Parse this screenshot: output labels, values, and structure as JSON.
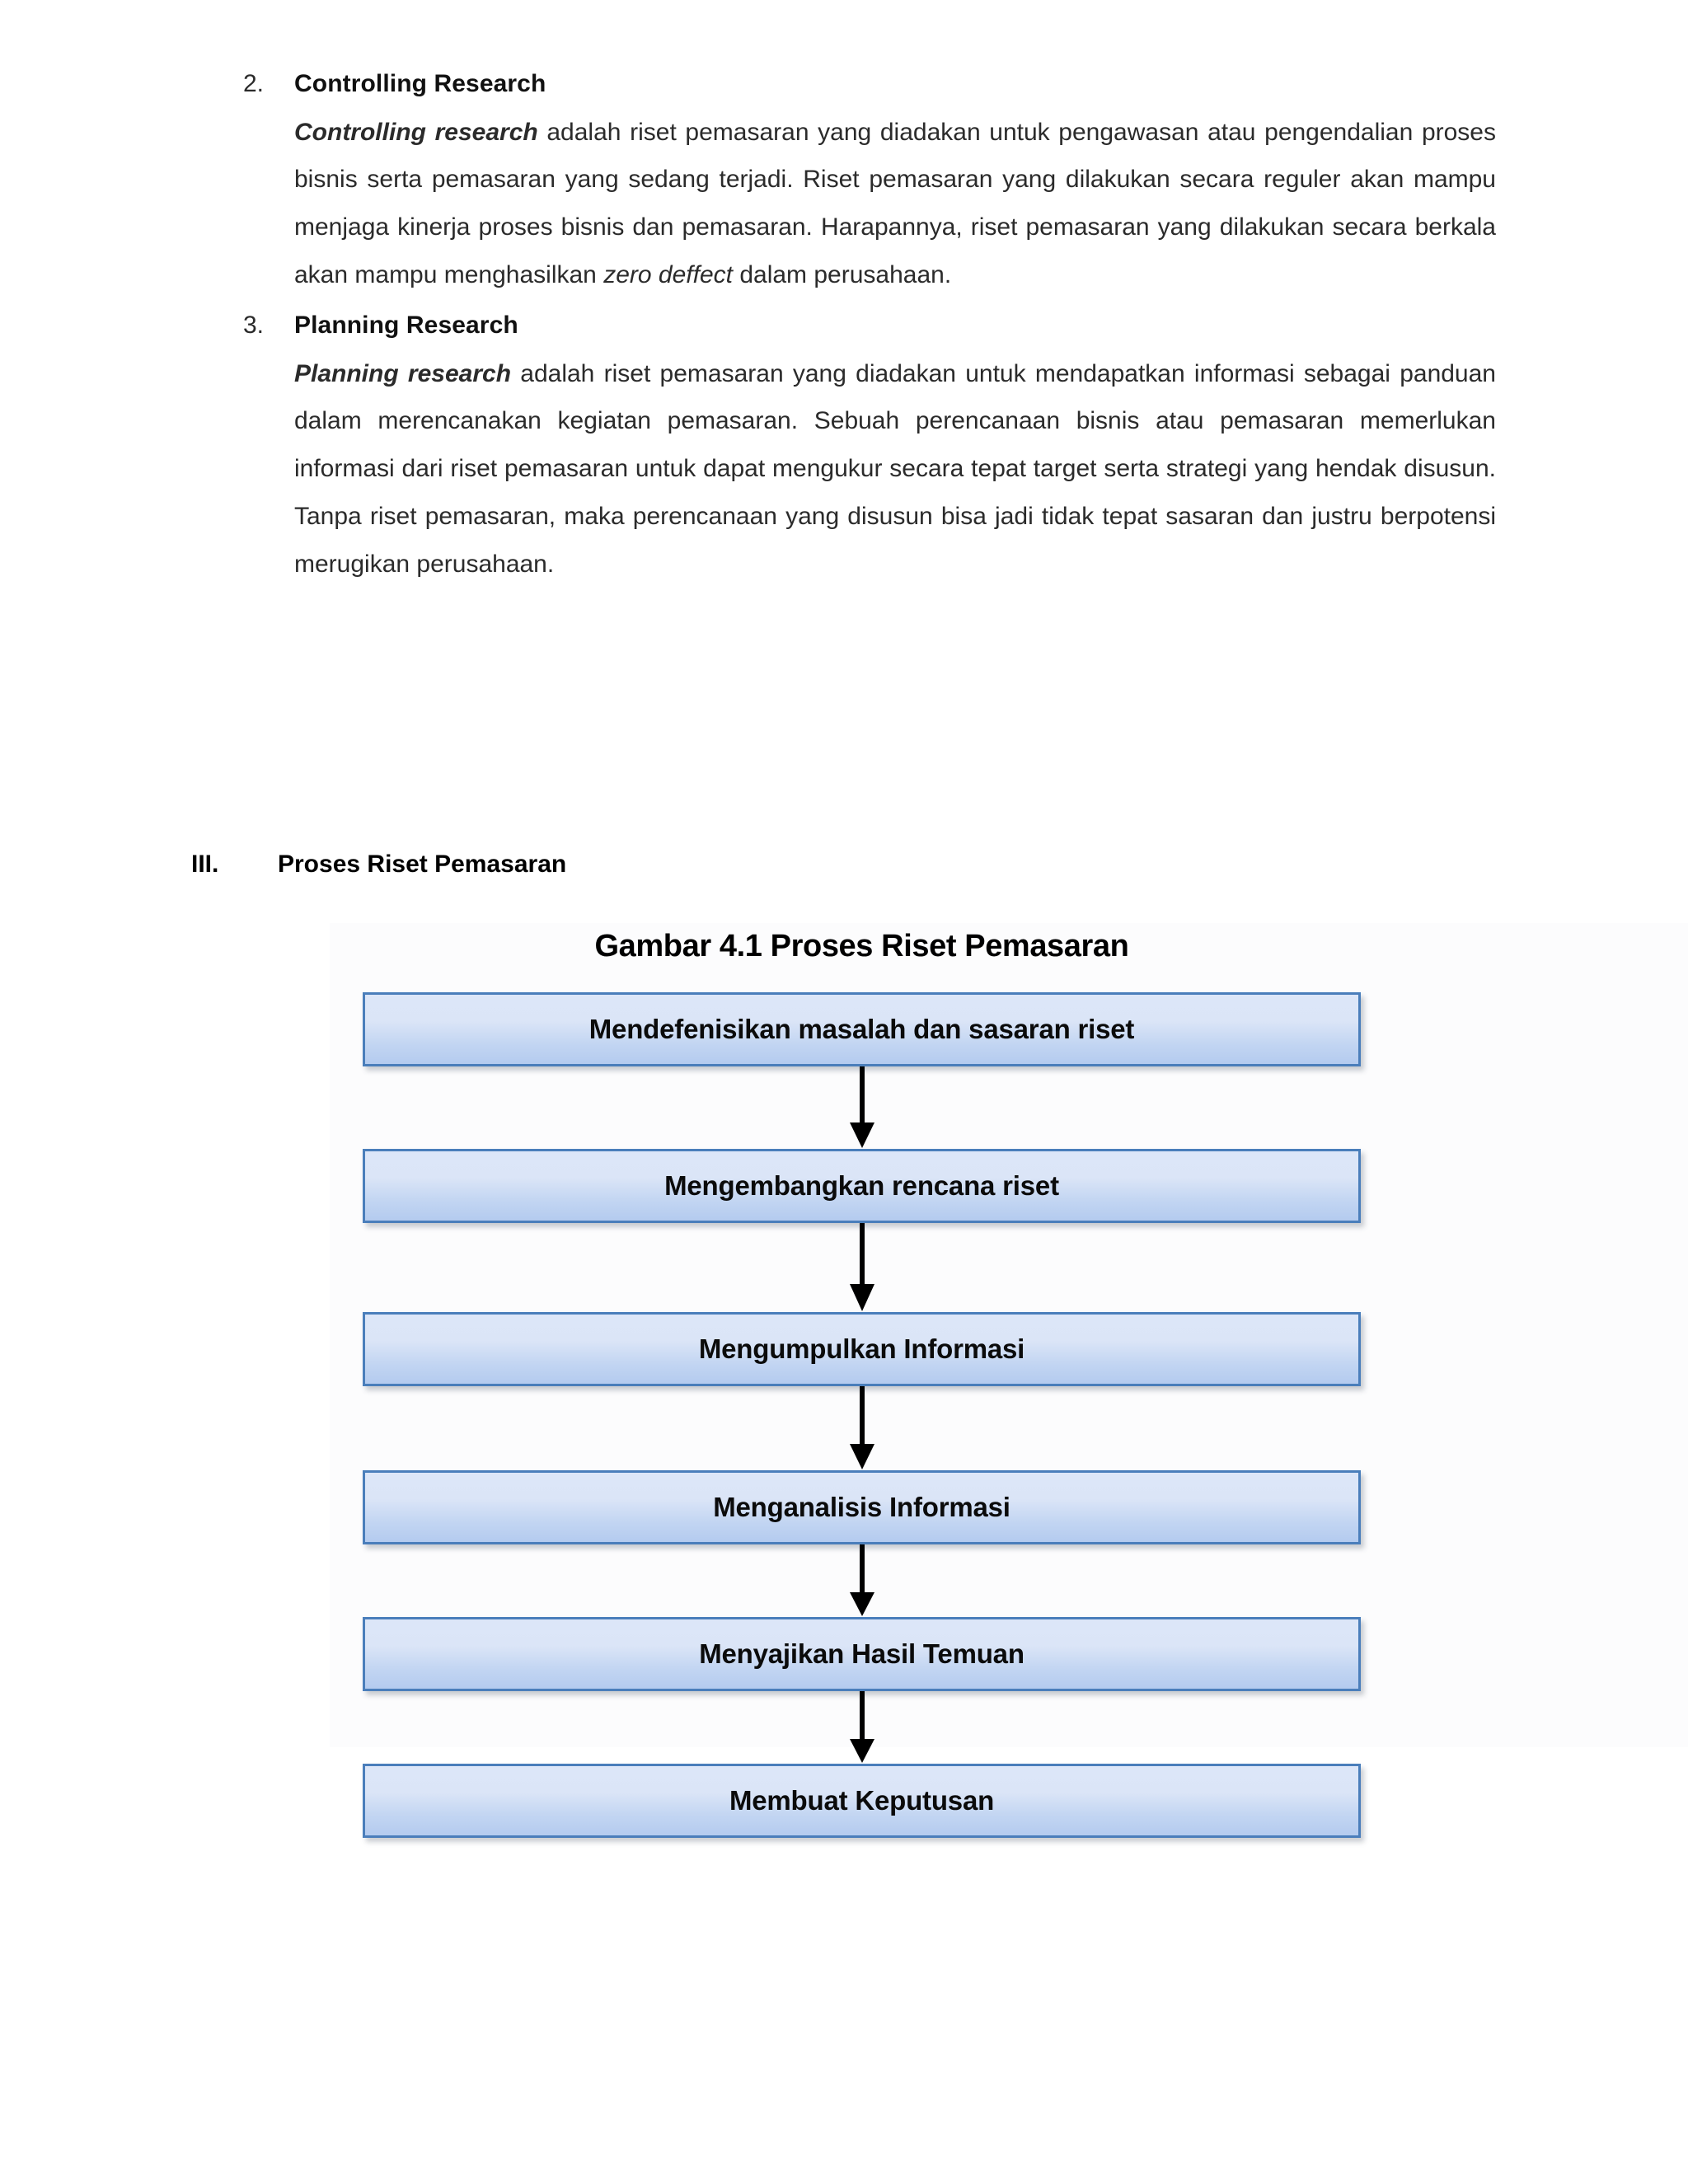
{
  "document": {
    "list_items": [
      {
        "marker": "2.",
        "heading": "Controlling Research",
        "paragraph_lead_bold_italic": "Controlling research",
        "paragraph_rest_a": " adalah riset pemasaran yang diadakan untuk pengawasan atau pengendalian proses bisnis serta pemasaran yang sedang terjadi. Riset pemasaran yang dilakukan secara reguler akan mampu menjaga kinerja proses bisnis dan pemasaran. Harapannya, riset pemasaran yang dilakukan secara berkala akan mampu menghasilkan ",
        "paragraph_italic_term": "zero deffect",
        "paragraph_rest_b": " dalam perusahaan."
      },
      {
        "marker": "3.",
        "heading": "Planning Research",
        "paragraph_lead_bold_italic": "Planning research",
        "paragraph_rest_a": " adalah riset pemasaran yang diadakan untuk mendapatkan informasi sebagai panduan dalam merencanakan kegiatan pemasaran. Sebuah perencanaan bisnis atau pemasaran memerlukan informasi dari riset pemasaran untuk dapat mengukur secara tepat target serta strategi yang hendak disusun. Tanpa riset pemasaran, maka perencanaan yang disusun bisa jadi tidak tepat sasaran dan justru berpotensi merugikan perusahaan.",
        "paragraph_italic_term": "",
        "paragraph_rest_b": ""
      }
    ],
    "section": {
      "roman": "III.",
      "title": "Proses Riset Pemasaran"
    }
  },
  "figure": {
    "title": "Gambar 4.1 Proses Riset Pemasaran",
    "box_border_color": "#4a7ebb",
    "box_fill_top_color": "#dce6f8",
    "box_fill_bottom_color": "#b4cbef",
    "arrow_color": "#000000",
    "steps": [
      {
        "label": "Mendefenisikan masalah dan sasaran riset"
      },
      {
        "label": "Mengembangkan rencana riset"
      },
      {
        "label": "Mengumpulkan Informasi"
      },
      {
        "label": "Menganalisis Informasi"
      },
      {
        "label": "Menyajikan Hasil Temuan"
      },
      {
        "label": "Membuat Keputusan"
      }
    ]
  }
}
